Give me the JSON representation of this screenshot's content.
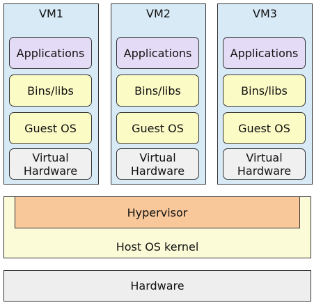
{
  "vms": [
    {
      "title": "VM1",
      "layers": {
        "applications": "Applications",
        "bins": "Bins/libs",
        "guest_os": "Guest OS",
        "virtual_hardware_line1": "Virtual",
        "virtual_hardware_line2": "Hardware"
      }
    },
    {
      "title": "VM2",
      "layers": {
        "applications": "Applications",
        "bins": "Bins/libs",
        "guest_os": "Guest OS",
        "virtual_hardware_line1": "Virtual",
        "virtual_hardware_line2": "Hardware"
      }
    },
    {
      "title": "VM3",
      "layers": {
        "applications": "Applications",
        "bins": "Bins/libs",
        "guest_os": "Guest OS",
        "virtual_hardware_line1": "Virtual",
        "virtual_hardware_line2": "Hardware"
      }
    }
  ],
  "hypervisor": "Hypervisor",
  "host_os": "Host OS kernel",
  "hardware": "Hardware",
  "colors": {
    "vm_background": "#d8eaf6",
    "applications": "#e4dcf6",
    "bins_libs": "#fbfbc6",
    "guest_os": "#fbfbc6",
    "virtual_hardware": "#f0f0f0",
    "hypervisor": "#f8c79a",
    "host_os": "#fbfbd8",
    "hardware": "#eeeeee",
    "border": "#333333"
  }
}
